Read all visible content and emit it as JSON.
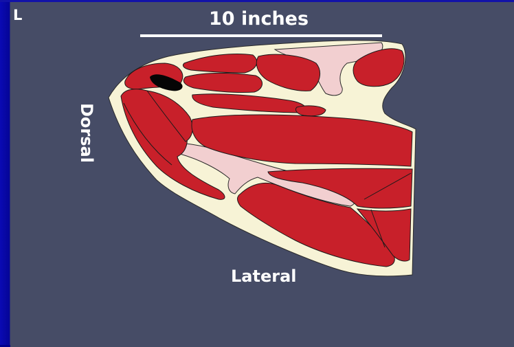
{
  "slide": {
    "corner_label": "L",
    "scale_label": "10 inches",
    "side_label": "Dorsal",
    "bottom_label": "Lateral"
  },
  "colors": {
    "background": "#464c66",
    "frame_blue": "#0505a0",
    "muscle": "#c8202a",
    "fat": "#f7f3d6",
    "connective_tissue": "#f2cfd0",
    "outline": "#1a1a1a",
    "text": "#ffffff"
  }
}
